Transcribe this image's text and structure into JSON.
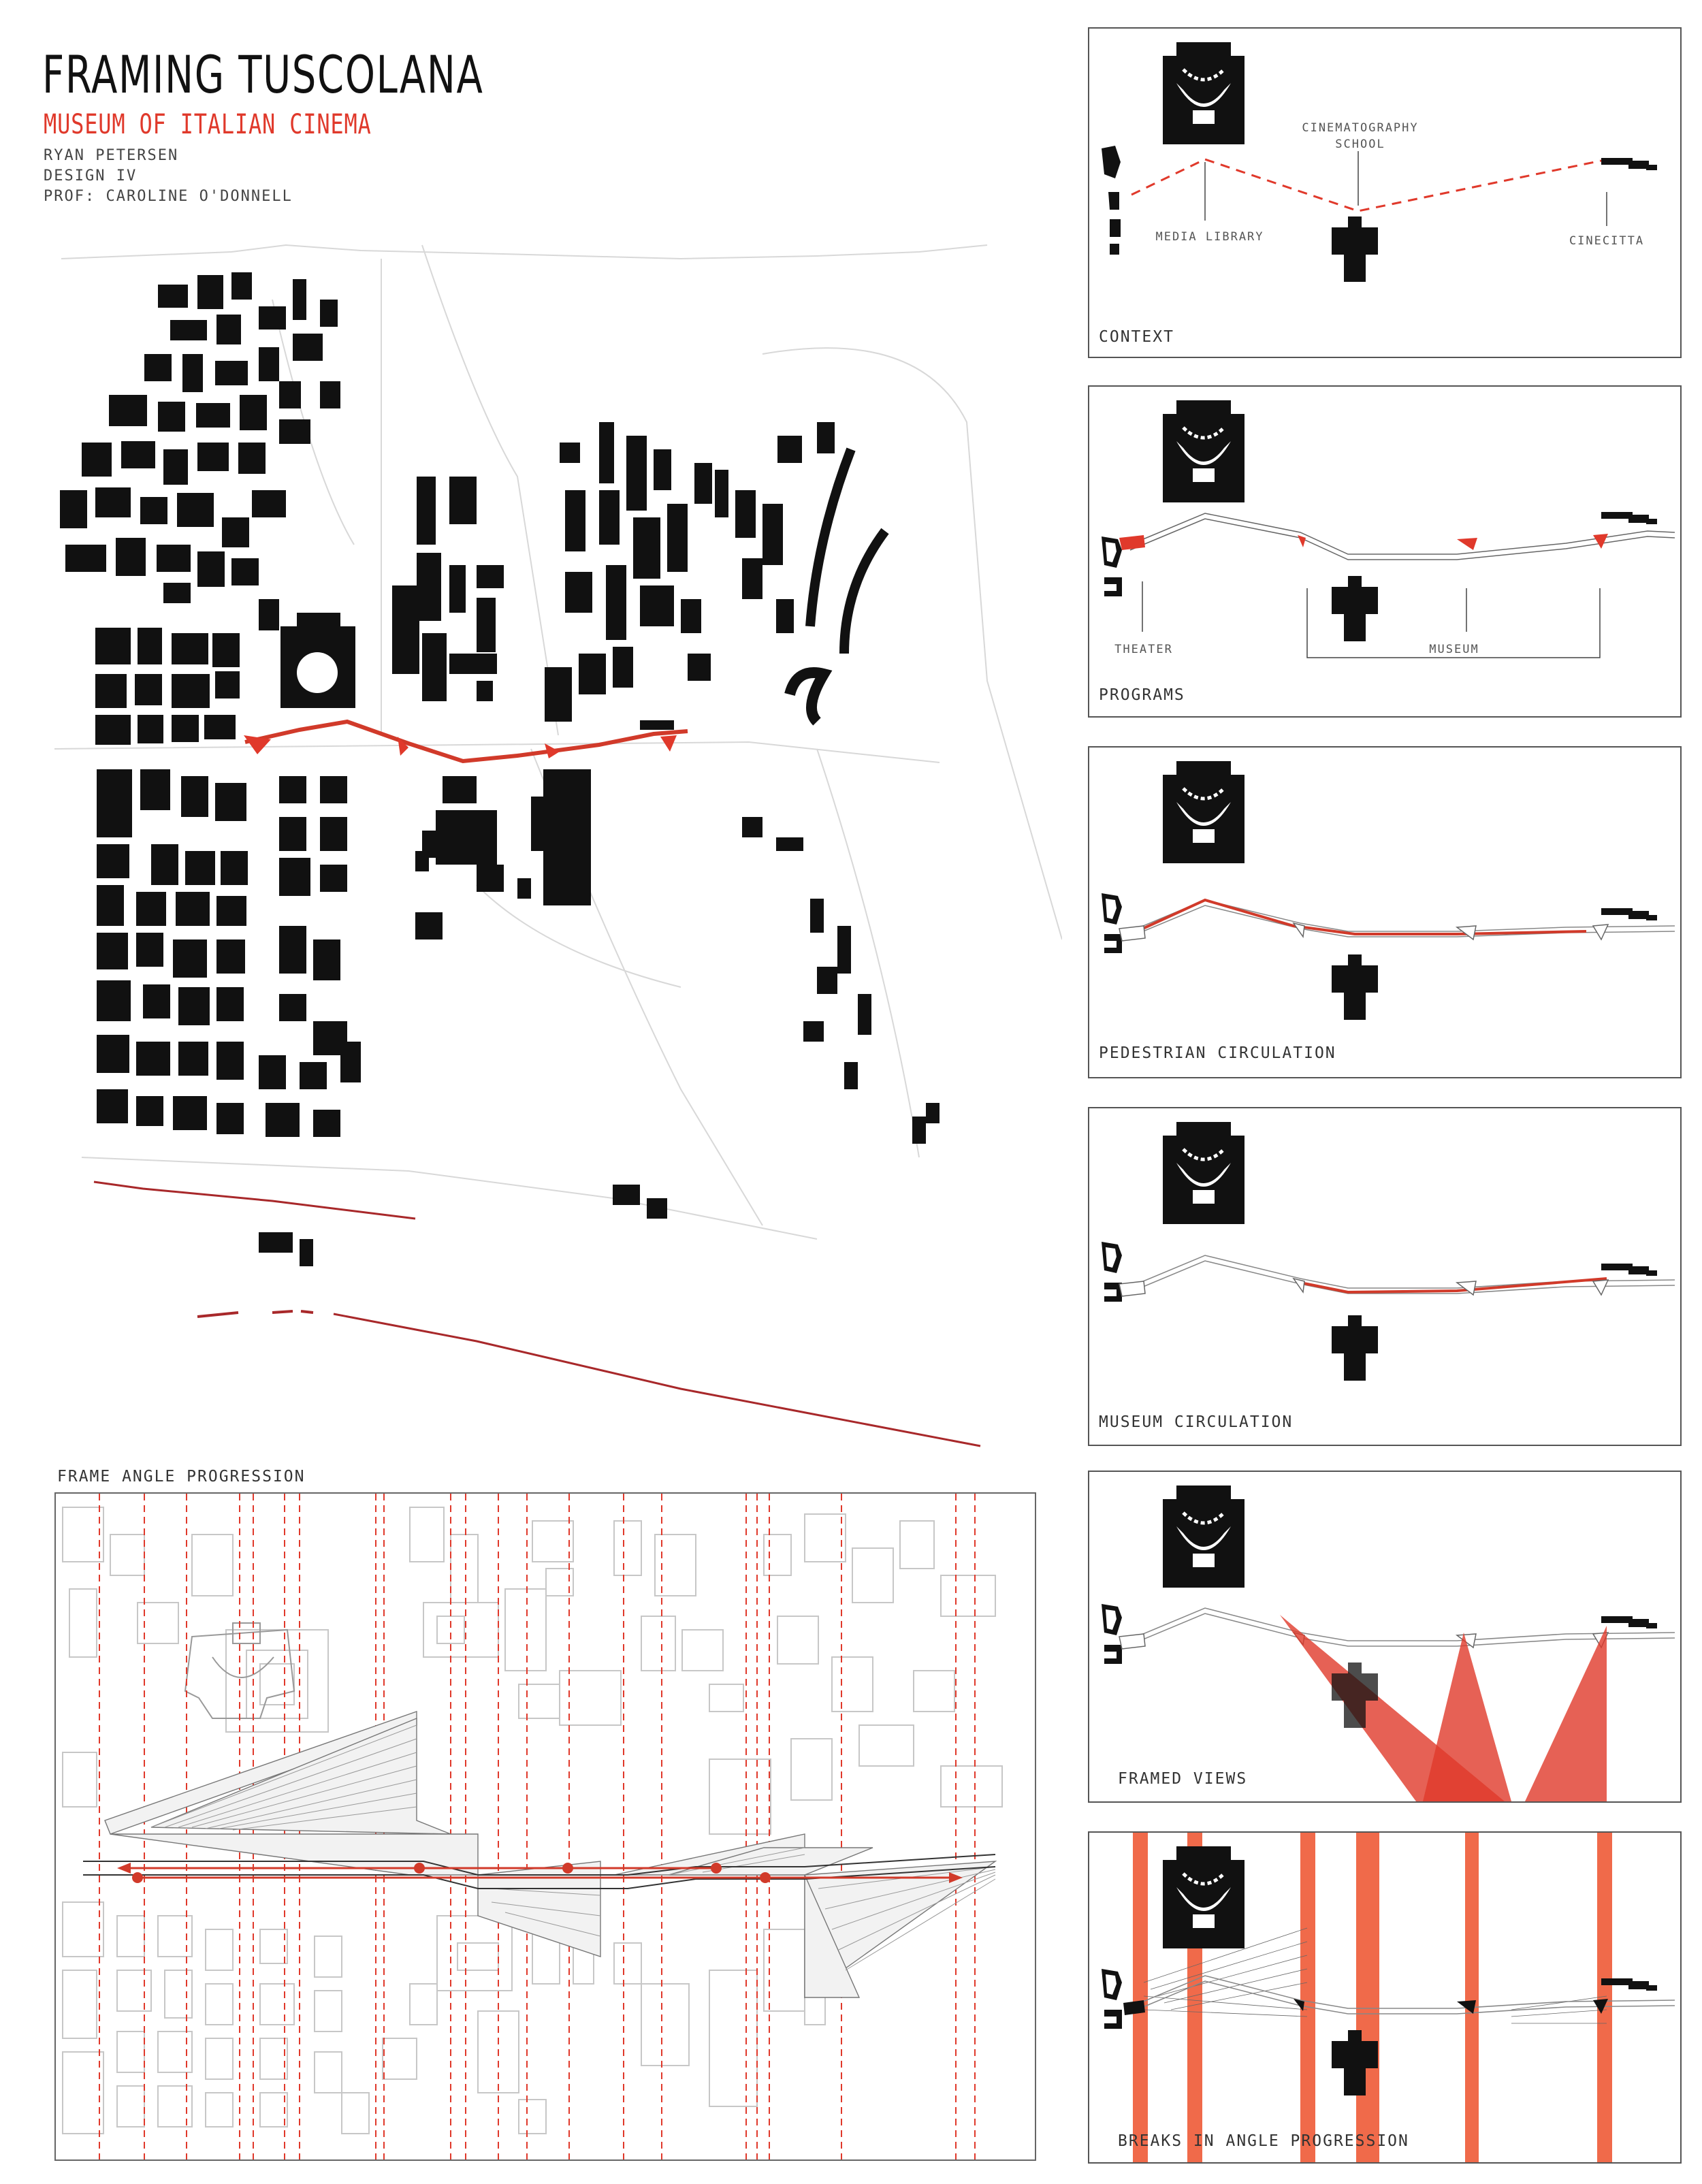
{
  "header": {
    "title": "FRAMING TUSCOLANA",
    "subtitle": "MUSEUM OF ITALIAN CINEMA",
    "author": "RYAN PETERSEN",
    "course": "DESIGN IV",
    "professor": "PROF: CAROLINE O'DONNELL"
  },
  "colors": {
    "accent": "#e0392b",
    "frame": "#f06a4a",
    "ink": "#111111",
    "line": "#bdbdbd"
  },
  "panels": {
    "context": {
      "label": "CONTEXT",
      "annotations": {
        "media_library": "MEDIA LIBRARY",
        "cinematography_school": "CINEMATOGRAPHY SCHOOL",
        "cinecitta": "CINECITTA"
      }
    },
    "programs": {
      "label": "PROGRAMS",
      "annotations": {
        "theater": "THEATER",
        "museum": "MUSEUM"
      }
    },
    "pedestrian": {
      "label": "PEDESTRIAN CIRCULATION"
    },
    "museum_circ": {
      "label": "MUSEUM CIRCULATION"
    },
    "framed_views": {
      "label": "FRAMED VIEWS"
    },
    "breaks": {
      "label": "BREAKS IN ANGLE PROGRESSION"
    }
  },
  "frame_angle": {
    "label": "FRAME ANGLE PROGRESSION"
  }
}
